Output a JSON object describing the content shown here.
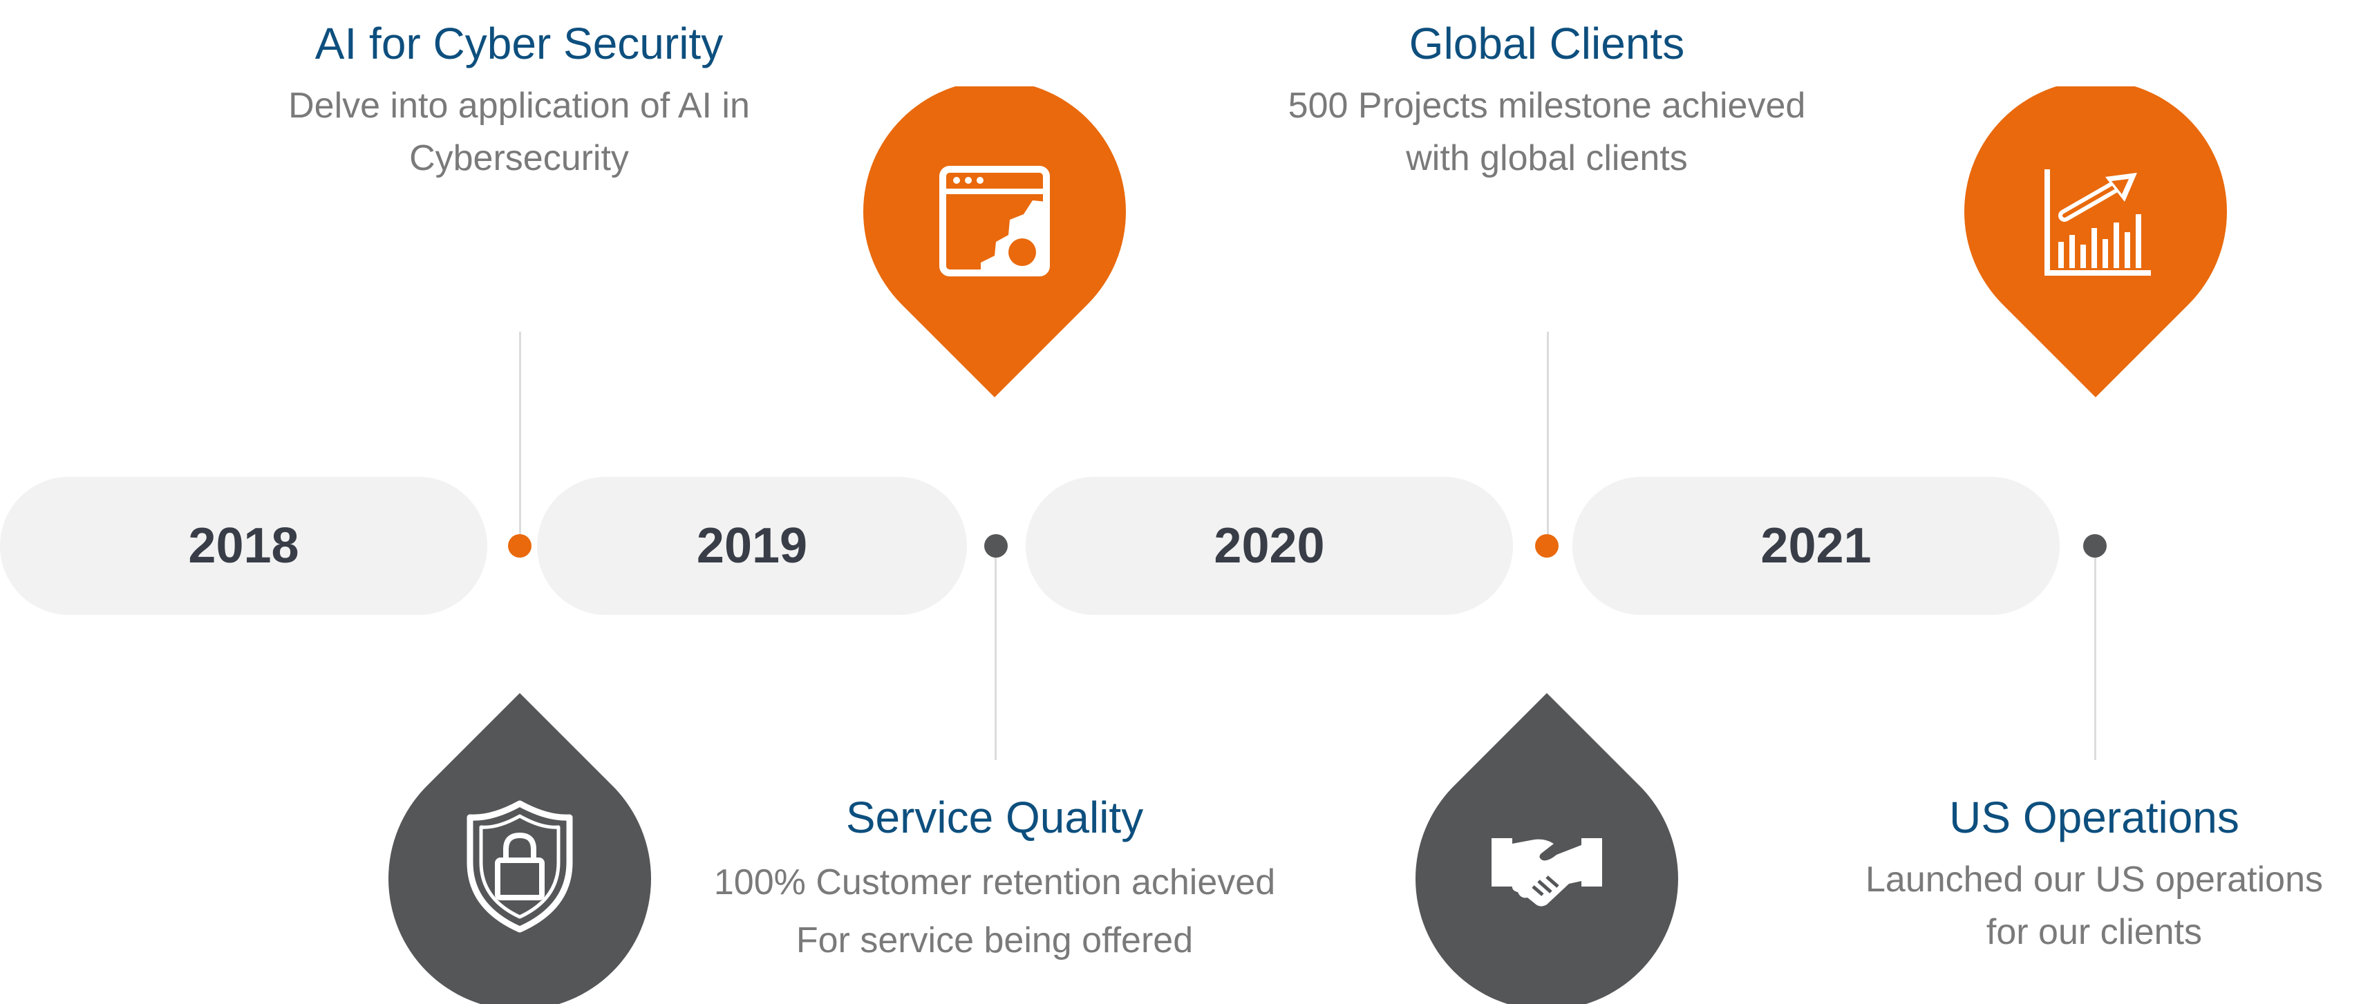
{
  "years": [
    "2018",
    "2019",
    "2020",
    "2021"
  ],
  "milestones": [
    {
      "heading": "AI for Cyber Security",
      "lines": [
        "Delve into application of AI in",
        "Cybersecurity"
      ]
    },
    {
      "heading": "Service Quality",
      "lines": [
        "100% Customer retention achieved",
        "For service being offered"
      ]
    },
    {
      "heading": "Global Clients",
      "lines": [
        "500 Projects milestone achieved",
        "with global clients"
      ]
    },
    {
      "heading": "US Operations",
      "lines": [
        "Launched our US operations",
        "for our clients"
      ]
    }
  ],
  "icons": [
    "shield-lock-icon",
    "browser-gear-icon",
    "handshake-icon",
    "growth-chart-icon"
  ],
  "colors": {
    "accent": "#e9690c",
    "dark": "#555658",
    "heading": "#0d4f7e",
    "text": "#7a7a7a",
    "pill": "#f2f2f2"
  }
}
